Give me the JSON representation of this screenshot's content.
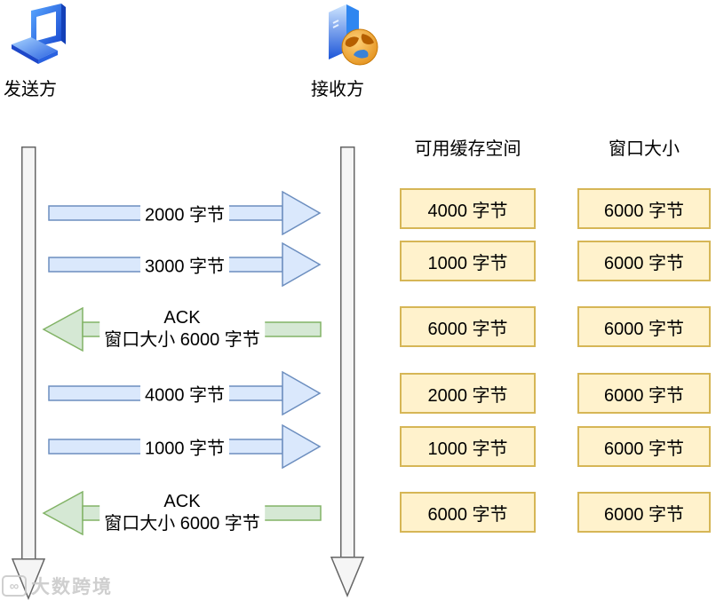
{
  "actors": {
    "sender": {
      "label": "发送方",
      "icon": "laptop-icon"
    },
    "receiver": {
      "label": "接收方",
      "icon": "server-icon"
    }
  },
  "headers": {
    "buffer": "可用缓存空间",
    "window": "窗口大小"
  },
  "rows": [
    {
      "type": "data",
      "direction": "right",
      "label": "2000 字节",
      "buffer": "4000 字节",
      "window": "6000 字节"
    },
    {
      "type": "data",
      "direction": "right",
      "label": "3000 字节",
      "buffer": "1000 字节",
      "window": "6000 字节"
    },
    {
      "type": "ack",
      "direction": "left",
      "line1": "ACK",
      "line2": "窗口大小 6000 字节",
      "buffer": "6000 字节",
      "window": "6000 字节"
    },
    {
      "type": "data",
      "direction": "right",
      "label": "4000 字节",
      "buffer": "2000 字节",
      "window": "6000 字节"
    },
    {
      "type": "data",
      "direction": "right",
      "label": "1000 字节",
      "buffer": "1000 字节",
      "window": "6000 字节"
    },
    {
      "type": "ack",
      "direction": "left",
      "line1": "ACK",
      "line2": "窗口大小 6000 字节",
      "buffer": "6000 字节",
      "window": "6000 字节"
    }
  ],
  "colors": {
    "data_arrow_fill": "#dae8fc",
    "data_arrow_stroke": "#6c8ebf",
    "ack_arrow_fill": "#d5e8d4",
    "ack_arrow_stroke": "#82b366",
    "box_fill": "#fff2cc",
    "box_stroke": "#d6b656",
    "lifeline_fill": "#f5f5f5",
    "lifeline_stroke": "#666666"
  },
  "watermark": {
    "logo": "∞",
    "text": "大数跨境"
  }
}
